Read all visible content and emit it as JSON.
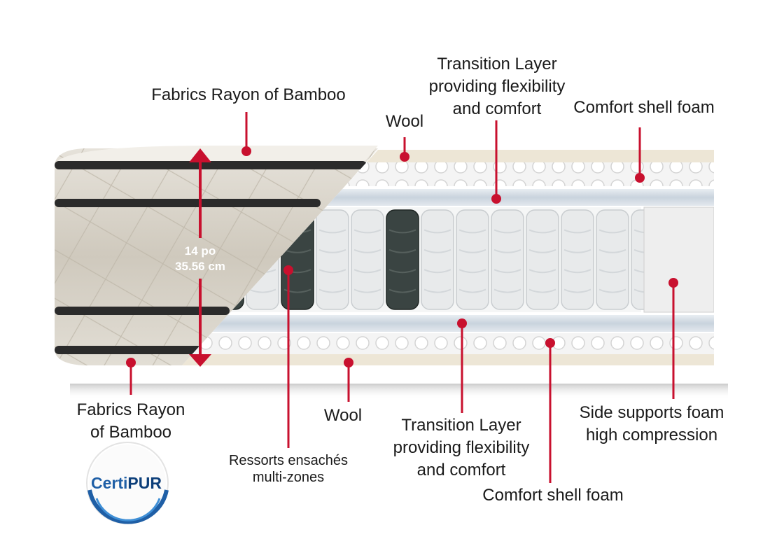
{
  "labels": {
    "top_fabric": "Fabrics Rayon of Bamboo",
    "top_wool": "Wool",
    "top_transition": [
      "Transition Layer",
      "providing flexibility",
      "and comfort"
    ],
    "top_comfort_foam": "Comfort shell foam",
    "bottom_fabric": [
      "Fabrics Rayon",
      "of Bamboo"
    ],
    "bottom_wool": "Wool",
    "bottom_springs": [
      "Ressorts ensachés",
      "multi-zones"
    ],
    "bottom_transition": [
      "Transition Layer",
      "providing flexibility",
      "and comfort"
    ],
    "bottom_comfort_foam": "Comfort shell foam",
    "side_support": [
      "Side supports foam",
      "high compression"
    ]
  },
  "dimension": {
    "line1": "14 po",
    "line2": "35.56 cm"
  },
  "logo": {
    "text_certi": "Certi",
    "text_pur": "PUR"
  },
  "colors": {
    "marker": "#c8102e",
    "fabric": "#cfcac0",
    "border_band": "#2b2b2b",
    "wool": "#ede6d6",
    "foam": "#f1f1f1",
    "transition": "#d8dee5",
    "spring_dark": "#3a4442",
    "spring_light": "#e8eaeb",
    "logo_blue": "#1f5fa6"
  }
}
